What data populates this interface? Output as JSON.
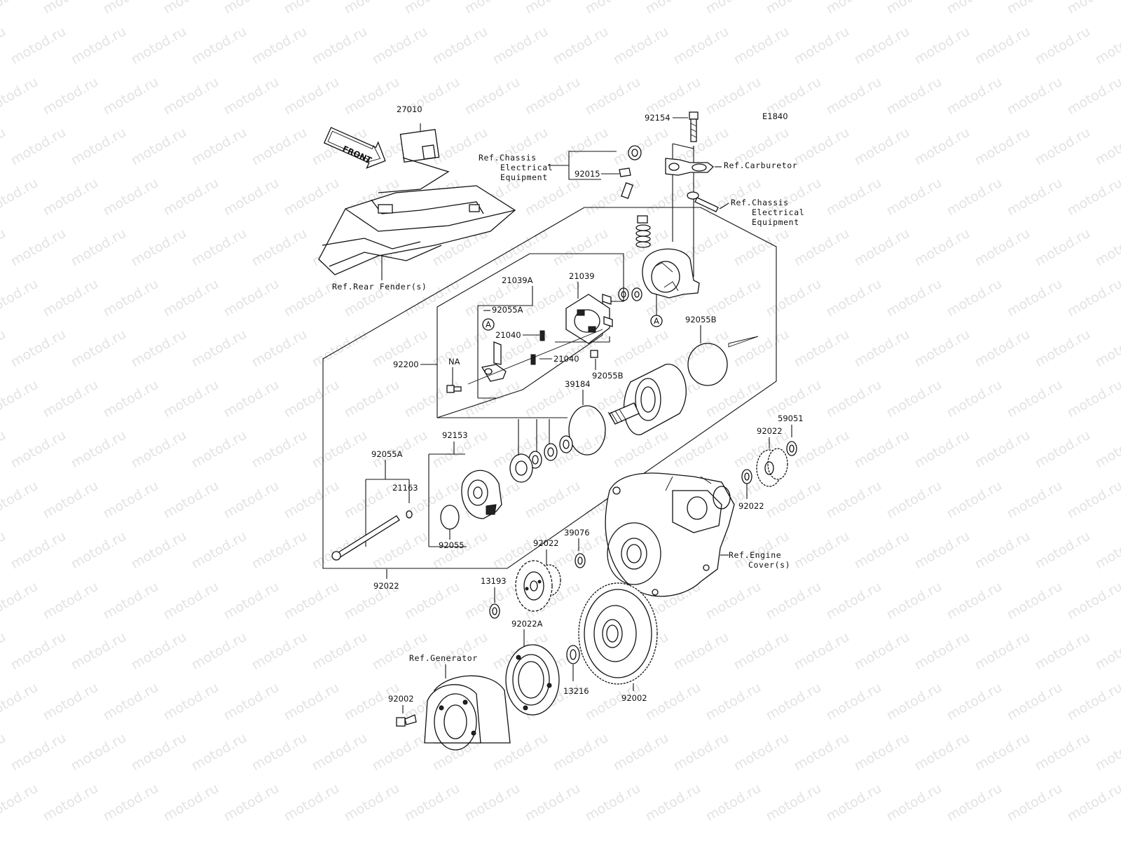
{
  "diagram_code": "E1840",
  "watermark": {
    "text": "motod.ru"
  },
  "front_marker": "FRONT",
  "part_labels": [
    {
      "id": "p27010",
      "text": "27010"
    },
    {
      "id": "p92154",
      "text": "92154"
    },
    {
      "id": "p92015",
      "text": "92015"
    },
    {
      "id": "p21039A",
      "text": "21039A"
    },
    {
      "id": "p21039",
      "text": "21039"
    },
    {
      "id": "p92055A_top",
      "text": "92055A"
    },
    {
      "id": "p21040_a",
      "text": "21040"
    },
    {
      "id": "p21040_b",
      "text": "21040"
    },
    {
      "id": "p92200",
      "text": "92200"
    },
    {
      "id": "pNA_left",
      "text": "NA"
    },
    {
      "id": "pNA_right",
      "text": "NA"
    },
    {
      "id": "p92055B_upper",
      "text": "92055B"
    },
    {
      "id": "p92055B_lower",
      "text": "92055B"
    },
    {
      "id": "p39184",
      "text": "39184"
    },
    {
      "id": "p92153",
      "text": "92153"
    },
    {
      "id": "p92055A_mid",
      "text": "92055A"
    },
    {
      "id": "p92055",
      "text": "92055"
    },
    {
      "id": "p21163",
      "text": "21163"
    },
    {
      "id": "p92022_tr",
      "text": "92022"
    },
    {
      "id": "p59051",
      "text": "59051"
    },
    {
      "id": "p92022_r",
      "text": "92022"
    },
    {
      "id": "p92022_c",
      "text": "92022"
    },
    {
      "id": "p39076",
      "text": "39076"
    },
    {
      "id": "p92022_l",
      "text": "92022"
    },
    {
      "id": "p13193",
      "text": "13193"
    },
    {
      "id": "p92022A",
      "text": "92022A"
    },
    {
      "id": "p13216",
      "text": "13216"
    },
    {
      "id": "p92002",
      "text": "92002"
    },
    {
      "id": "pA_left",
      "text": "A"
    },
    {
      "id": "pA_right",
      "text": "A"
    }
  ],
  "ref_labels": {
    "chassis_left": [
      "Ref.Chassis",
      "Electrical",
      "Equipment"
    ],
    "carburetor": [
      "Ref.Carburetor"
    ],
    "chassis_right": [
      "Ref.Chassis",
      "Electrical",
      "Equipment"
    ],
    "rear_fender": [
      "Ref.Rear Fender(s)"
    ],
    "engine_cover": [
      "Ref.Engine",
      "Cover(s)"
    ],
    "generator": [
      "Ref.Generator"
    ]
  }
}
